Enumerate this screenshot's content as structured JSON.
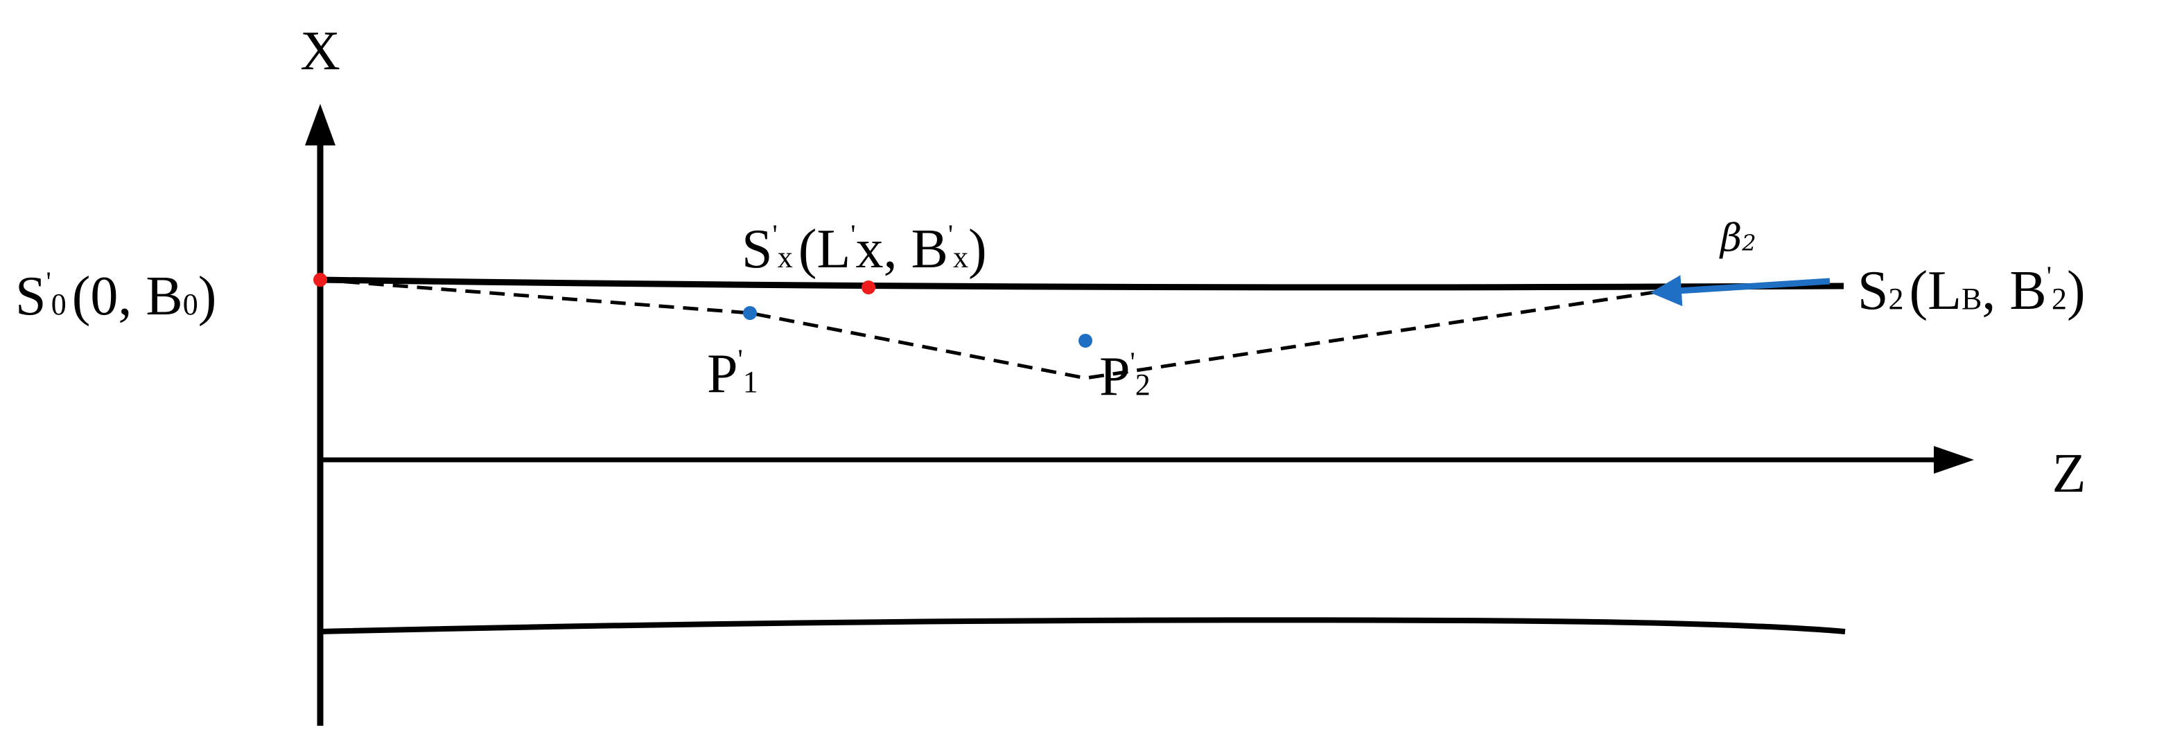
{
  "axes": {
    "x_label": "X",
    "z_label": "Z"
  },
  "points": {
    "s0": {
      "main": "S",
      "prime": "'",
      "sub": "0",
      "coords": "(0, B",
      "coords_sub": "0",
      "close": ")"
    },
    "sx": {
      "main": "S",
      "prime": "'",
      "sub": "x",
      "paren": "(L",
      "prime2": "'",
      "x": "x, B",
      "prime3": "'",
      "sub2": "x",
      "close": ")"
    },
    "s2": {
      "main": "S",
      "sub": "2",
      "paren": "(L",
      "sub_b": "B",
      "mid": ", B",
      "prime": "'",
      "sub2": "2",
      "close": ")"
    },
    "p1": {
      "main": "P",
      "prime": "'",
      "sub": "1"
    },
    "p2": {
      "main": "P",
      "prime": "'",
      "sub": "2"
    }
  },
  "angle": {
    "symbol": "β",
    "sub": "2"
  },
  "colors": {
    "line": "#000000",
    "origin_points": "#ee1c1c",
    "mid_points": "#1f6fc5",
    "arrow": "#1f6fc5"
  }
}
